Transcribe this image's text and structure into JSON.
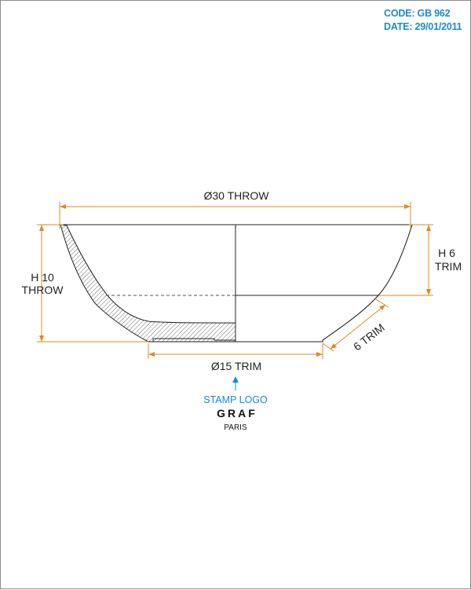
{
  "meta": {
    "code": "CODE: GB 962",
    "date": "DATE: 29/01/2011"
  },
  "dimensions": {
    "diameter_throw": "Ø30 THROW",
    "height_throw_line1": "H 10",
    "height_throw_line2": "THROW",
    "height_trim_line1": "H 6",
    "height_trim_line2": "TRIM",
    "slant_trim": "6 TRIM",
    "diameter_trim": "Ø15 TRIM"
  },
  "stamp": {
    "label": "STAMP LOGO",
    "brand": "GRAF",
    "city": "PARIS"
  },
  "colors": {
    "dimension": "#e08a22",
    "accent": "#1a8ccf",
    "outline": "#222222"
  }
}
